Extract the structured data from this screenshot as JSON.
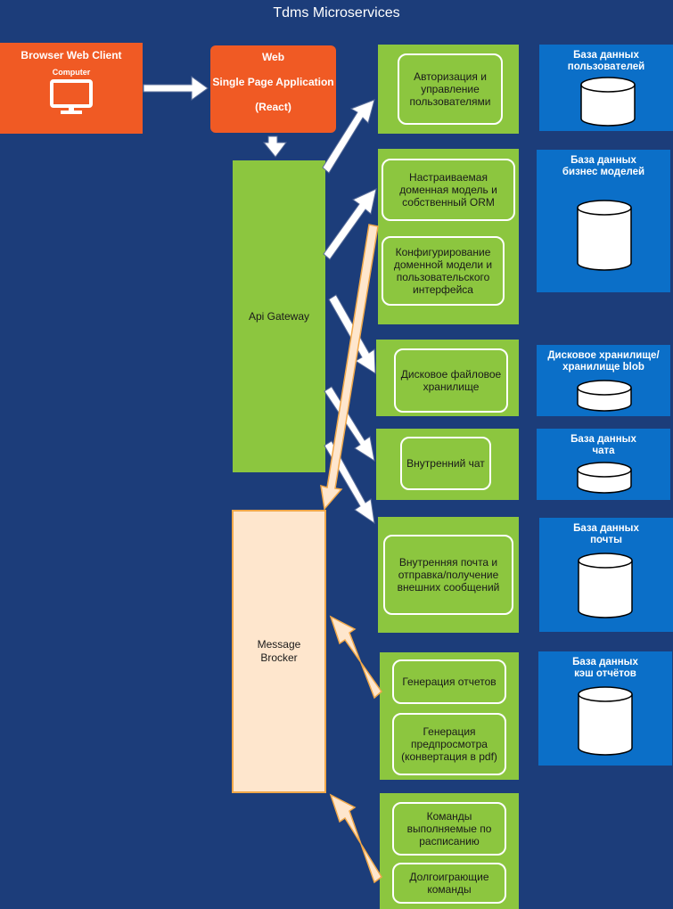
{
  "title": "Tdms Microservices",
  "client": {
    "title": "Browser Web Client",
    "sub": "Computer",
    "icon": "computer-icon"
  },
  "web": {
    "line1": "Web",
    "line2": "Single Page Application",
    "line3": "(React)"
  },
  "gateway": "Api Gateway",
  "broker": "Message\nBrocker",
  "services": {
    "auth": "Авторизация и управление пользователями",
    "domain_model": "Настраиваемая доменная модель и собственный ORM",
    "domain_config": "Конфигурирование доменной модели и пользовательского интерфейса",
    "files": "Дисковое файловое хранилище",
    "chat": "Внутренний чат",
    "mail": "Внутренняя почта и отправка/получение внешних сообщений",
    "reports": "Генерация отчетов",
    "preview": "Генерация предпросмотра (конвертация в pdf)",
    "scheduled": "Команды выполняемые по расписанию",
    "long_running": "Долгоиграющие команды"
  },
  "databases": {
    "users": "База данных пользователей",
    "business": "База данных бизнес моделей",
    "blob": "Дисковое хранилище/ хранилище blob",
    "chat": "База данных чата",
    "mail": "База данных почты",
    "reports_cache": "База данных кэш отчётов"
  },
  "colors": {
    "background": "#1c3d7a",
    "client": "#f05a24",
    "service": "#8cc63f",
    "database": "#0b6fc8",
    "broker": "#fee6cd",
    "broker_border": "#f0a84a"
  }
}
